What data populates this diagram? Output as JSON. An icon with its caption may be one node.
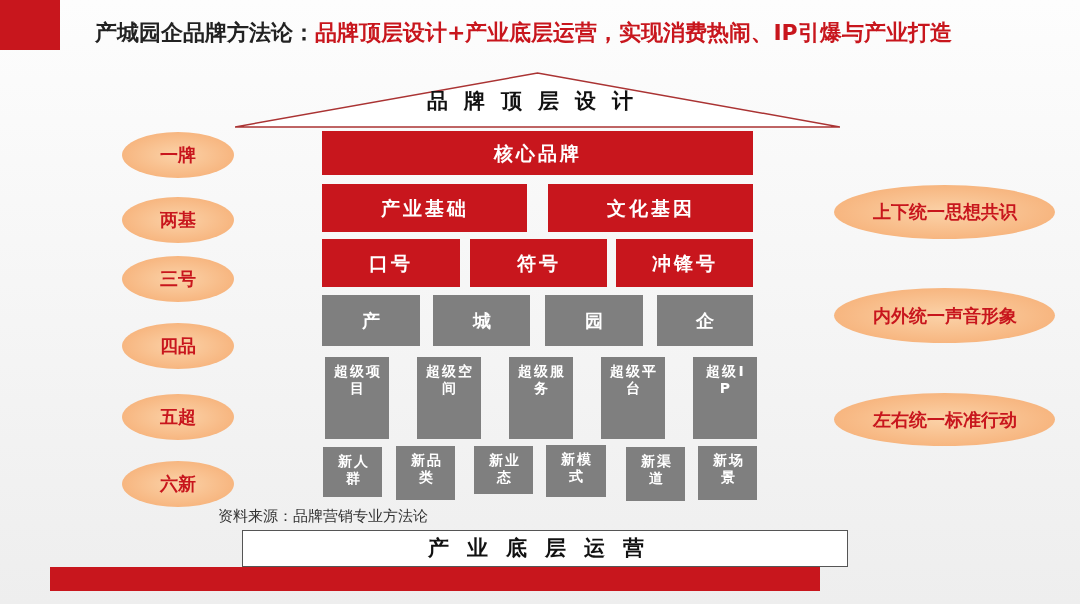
{
  "diagram": {
    "title": "产城园企品牌方法论：",
    "nodes": [
      {
        "text": [
          "品牌顶层设计"
        ]
      },
      {
        "text": [
          "核心品牌"
        ]
      },
      {
        "text": [
          "产业基础"
        ]
      },
      {
        "text": [
          "文化基因"
        ]
      },
      {
        "text": [
          "口号"
        ]
      },
      {
        "text": [
          "符号"
        ]
      },
      {
        "text": [
          "冲锋号"
        ]
      },
      {
        "text": [
          "产"
        ]
      },
      {
        "text": [
          "城"
        ]
      },
      {
        "text": [
          "园"
        ]
      },
      {
        "text": [
          "企"
        ]
      },
      {
        "text": [
          "超级项目"
        ]
      },
      {
        "text": [
          "超级空间"
        ]
      },
      {
        "text": [
          "超级服务"
        ]
      },
      {
        "text": [
          "超级平台"
        ]
      },
      {
        "text": [
          "超级IP"
        ]
      },
      {
        "text": [
          "新人群"
        ]
      },
      {
        "text": [
          "新品类"
        ]
      },
      {
        "text": [
          "新业态"
        ]
      },
      {
        "text": [
          "新模式"
        ]
      },
      {
        "text": [
          "新渠道"
        ]
      },
      {
        "text": [
          "新场景"
        ]
      },
      {
        "text": [
          "产业底层运营"
        ]
      },
      {
        "text": [
          "一牌"
        ]
      },
      {
        "text": [
          "两基"
        ]
      },
      {
        "text": [
          "三号"
        ]
      },
      {
        "text": [
          "四品"
        ]
      },
      {
        "text": [
          "五超"
        ]
      },
      {
        "text": [
          "六新"
        ]
      },
      {
        "text": [
          "上下统一思想共识"
        ]
      },
      {
        "text": [
          "内外统一声音形象"
        ]
      },
      {
        "text": [
          "左右统一标准行动"
        ]
      }
    ],
    "labels": [
      "品牌顶层设计+产业底层运营，实现消费热闹、IP引爆与产业打造",
      "资料来源：品牌营销专业方法论"
    ]
  }
}
